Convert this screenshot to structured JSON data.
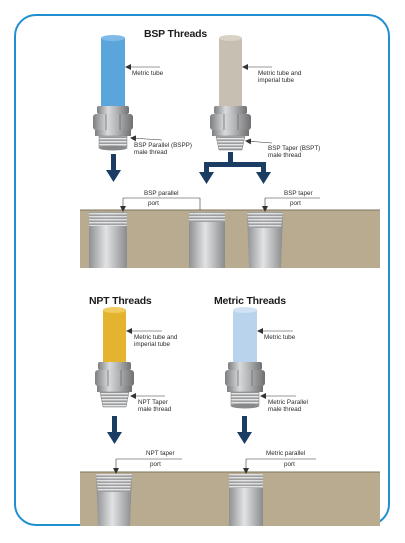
{
  "diagram": {
    "frame_color": "#1f8fd0",
    "colors": {
      "bsp_parallel_tube": "#5aa5dc",
      "bsp_taper_tube": "#c7c0b2",
      "npt_tube": "#e4b431",
      "metric_tube": "#b9d3ec",
      "fitting_metal": "#a8a9aa",
      "port_material": "#b9ab8f",
      "arrow": "#1c3d63"
    },
    "bsp": {
      "heading": "BSP Threads",
      "left": {
        "tube_label": "Metric tube",
        "thread_label_1": "BSP Parallel (BSPP)",
        "thread_label_2": "male thread"
      },
      "right": {
        "tube_label_1": "Metric tube and",
        "tube_label_2": "imperial tube",
        "thread_label_1": "BSP Taper (BSPT)",
        "thread_label_2": "male thread"
      },
      "port_parallel_1": "BSP parallel",
      "port_parallel_2": "port",
      "port_taper_1": "BSP taper",
      "port_taper_2": "port"
    },
    "npt": {
      "heading": "NPT Threads",
      "tube_label_1": "Metric tube and",
      "tube_label_2": "imperial tube",
      "thread_label_1": "NPT Taper",
      "thread_label_2": "male thread",
      "port_1": "NPT taper",
      "port_2": "port"
    },
    "metric": {
      "heading": "Metric Threads",
      "tube_label": "Metric tube",
      "thread_label_1": "Metric Parallel",
      "thread_label_2": "male thread",
      "port_1": "Metric parallel",
      "port_2": "port"
    }
  }
}
